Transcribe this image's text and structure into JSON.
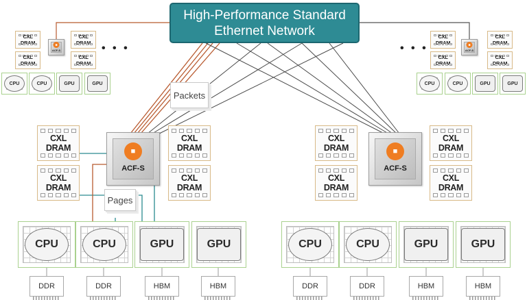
{
  "network": {
    "line1": "High-Performance Standard",
    "line2": "Ethernet Network"
  },
  "labels": {
    "packets": "Packets",
    "pages": "Pages",
    "cxl_dram": "CXL DRAM",
    "cpu": "CPU",
    "gpu": "GPU",
    "ddr": "DDR",
    "hbm": "HBM",
    "switch": "ACF-S",
    "switch_small": "ACF-S",
    "ellipsis": "• • •"
  },
  "icons": {
    "switch_logo": "acf-cube-icon"
  },
  "colors": {
    "network_teal": "#2e8b94",
    "fabric_orange": "#ef7d22",
    "link_brown": "#b85a2f",
    "link_teal": "#2a8a8f",
    "mem_border": "#d8b987",
    "proc_border": "#a9d18e"
  }
}
